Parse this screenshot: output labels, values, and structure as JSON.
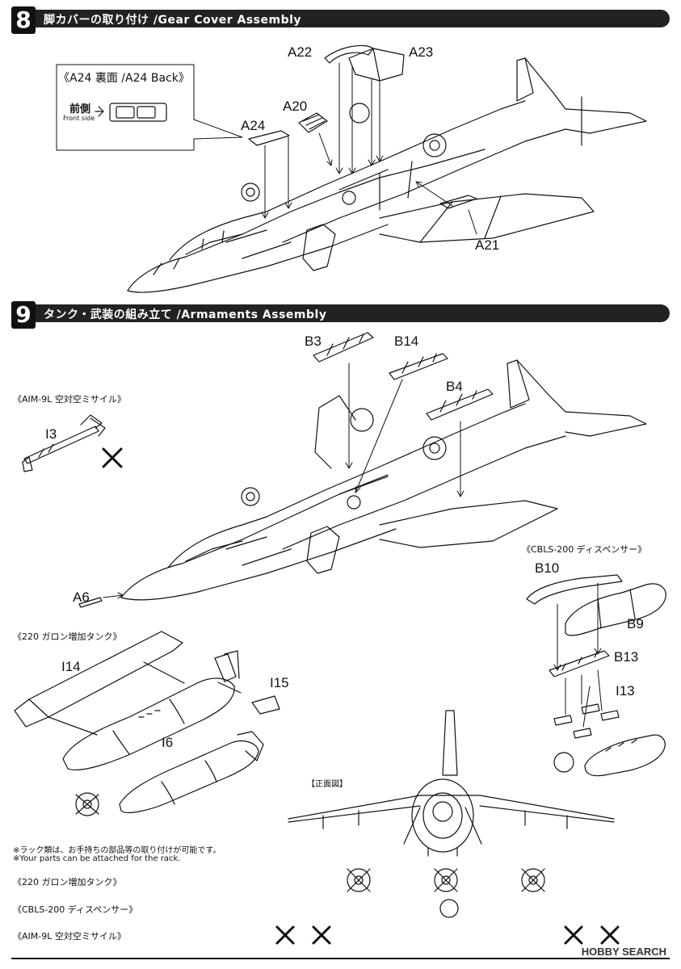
{
  "steps": {
    "step8": {
      "number": "8",
      "title": "脚カバーの取り付け /Gear Cover Assembly"
    },
    "step9": {
      "number": "9",
      "title": "タンク・武装の組み立て /Armaments Assembly"
    }
  },
  "callout": {
    "title": "《A24 裏面 /A24 Back》",
    "front_jp": "前側",
    "front_en": "Front side"
  },
  "parts8": {
    "a22": "A22",
    "a23": "A23",
    "a20": "A20",
    "a24": "A24",
    "a21": "A21"
  },
  "parts9": {
    "b3": "B3",
    "b14": "B14",
    "b4": "B4",
    "i3": "I3",
    "a6": "A6",
    "i14": "I14",
    "i15": "I15",
    "i6": "I6",
    "b10": "B10",
    "b9": "B9",
    "b13": "B13",
    "i13": "I13"
  },
  "sections": {
    "aim9l": "《AIM-9L 空対空ミサイル》",
    "tank": "《220 ガロン増加タンク》",
    "cbls": "《CBLS-200 ディスペンサー》",
    "front_view": "【正面図】"
  },
  "notes": {
    "jp": "※ラック類は、お手持ちの部品等の取り付けが可能です。",
    "en": "※Your parts can be attached for the rack."
  },
  "legend": {
    "tank": "《220 ガロン増加タンク》",
    "cbls": "《CBLS-200 ディスペンサー》",
    "aim": "《AIM-9L 空対空ミサイル》"
  },
  "watermark": "HOBBY SEARCH",
  "colors": {
    "ink": "#111111",
    "band": "#222222",
    "paper": "#ffffff"
  }
}
